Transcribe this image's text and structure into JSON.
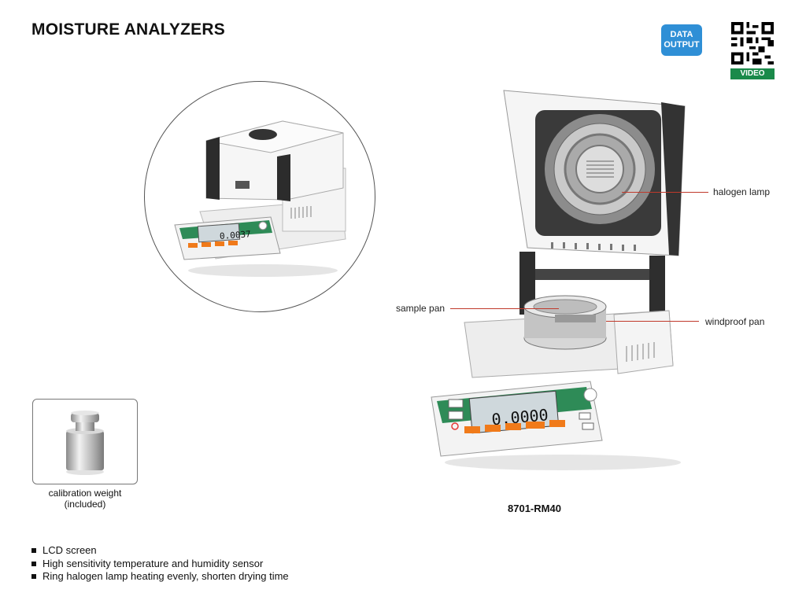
{
  "header": {
    "title": "MOISTURE ANALYZERS"
  },
  "badges": {
    "data_output_line1": "DATA",
    "data_output_line2": "OUTPUT",
    "video_label": "VIDEO"
  },
  "callouts": {
    "halogen_lamp": "halogen lamp",
    "sample_pan": "sample pan",
    "windproof_pan": "windproof pan"
  },
  "display": {
    "small_reading": "0.0037",
    "large_reading": "0.0000"
  },
  "accessory": {
    "caption_line1": "calibration weight",
    "caption_line2": "(included)"
  },
  "product": {
    "model": "8701-RM40"
  },
  "features": [
    "LCD screen",
    "High sensitivity temperature and humidity sensor",
    "Ring halogen lamp heating evenly, shorten drying time"
  ],
  "colors": {
    "badge_blue": "#2f8fd6",
    "video_green": "#1a8a4a",
    "callout_red": "#c0392b",
    "panel_green": "#2e8b57",
    "button_orange": "#f07a1a"
  }
}
